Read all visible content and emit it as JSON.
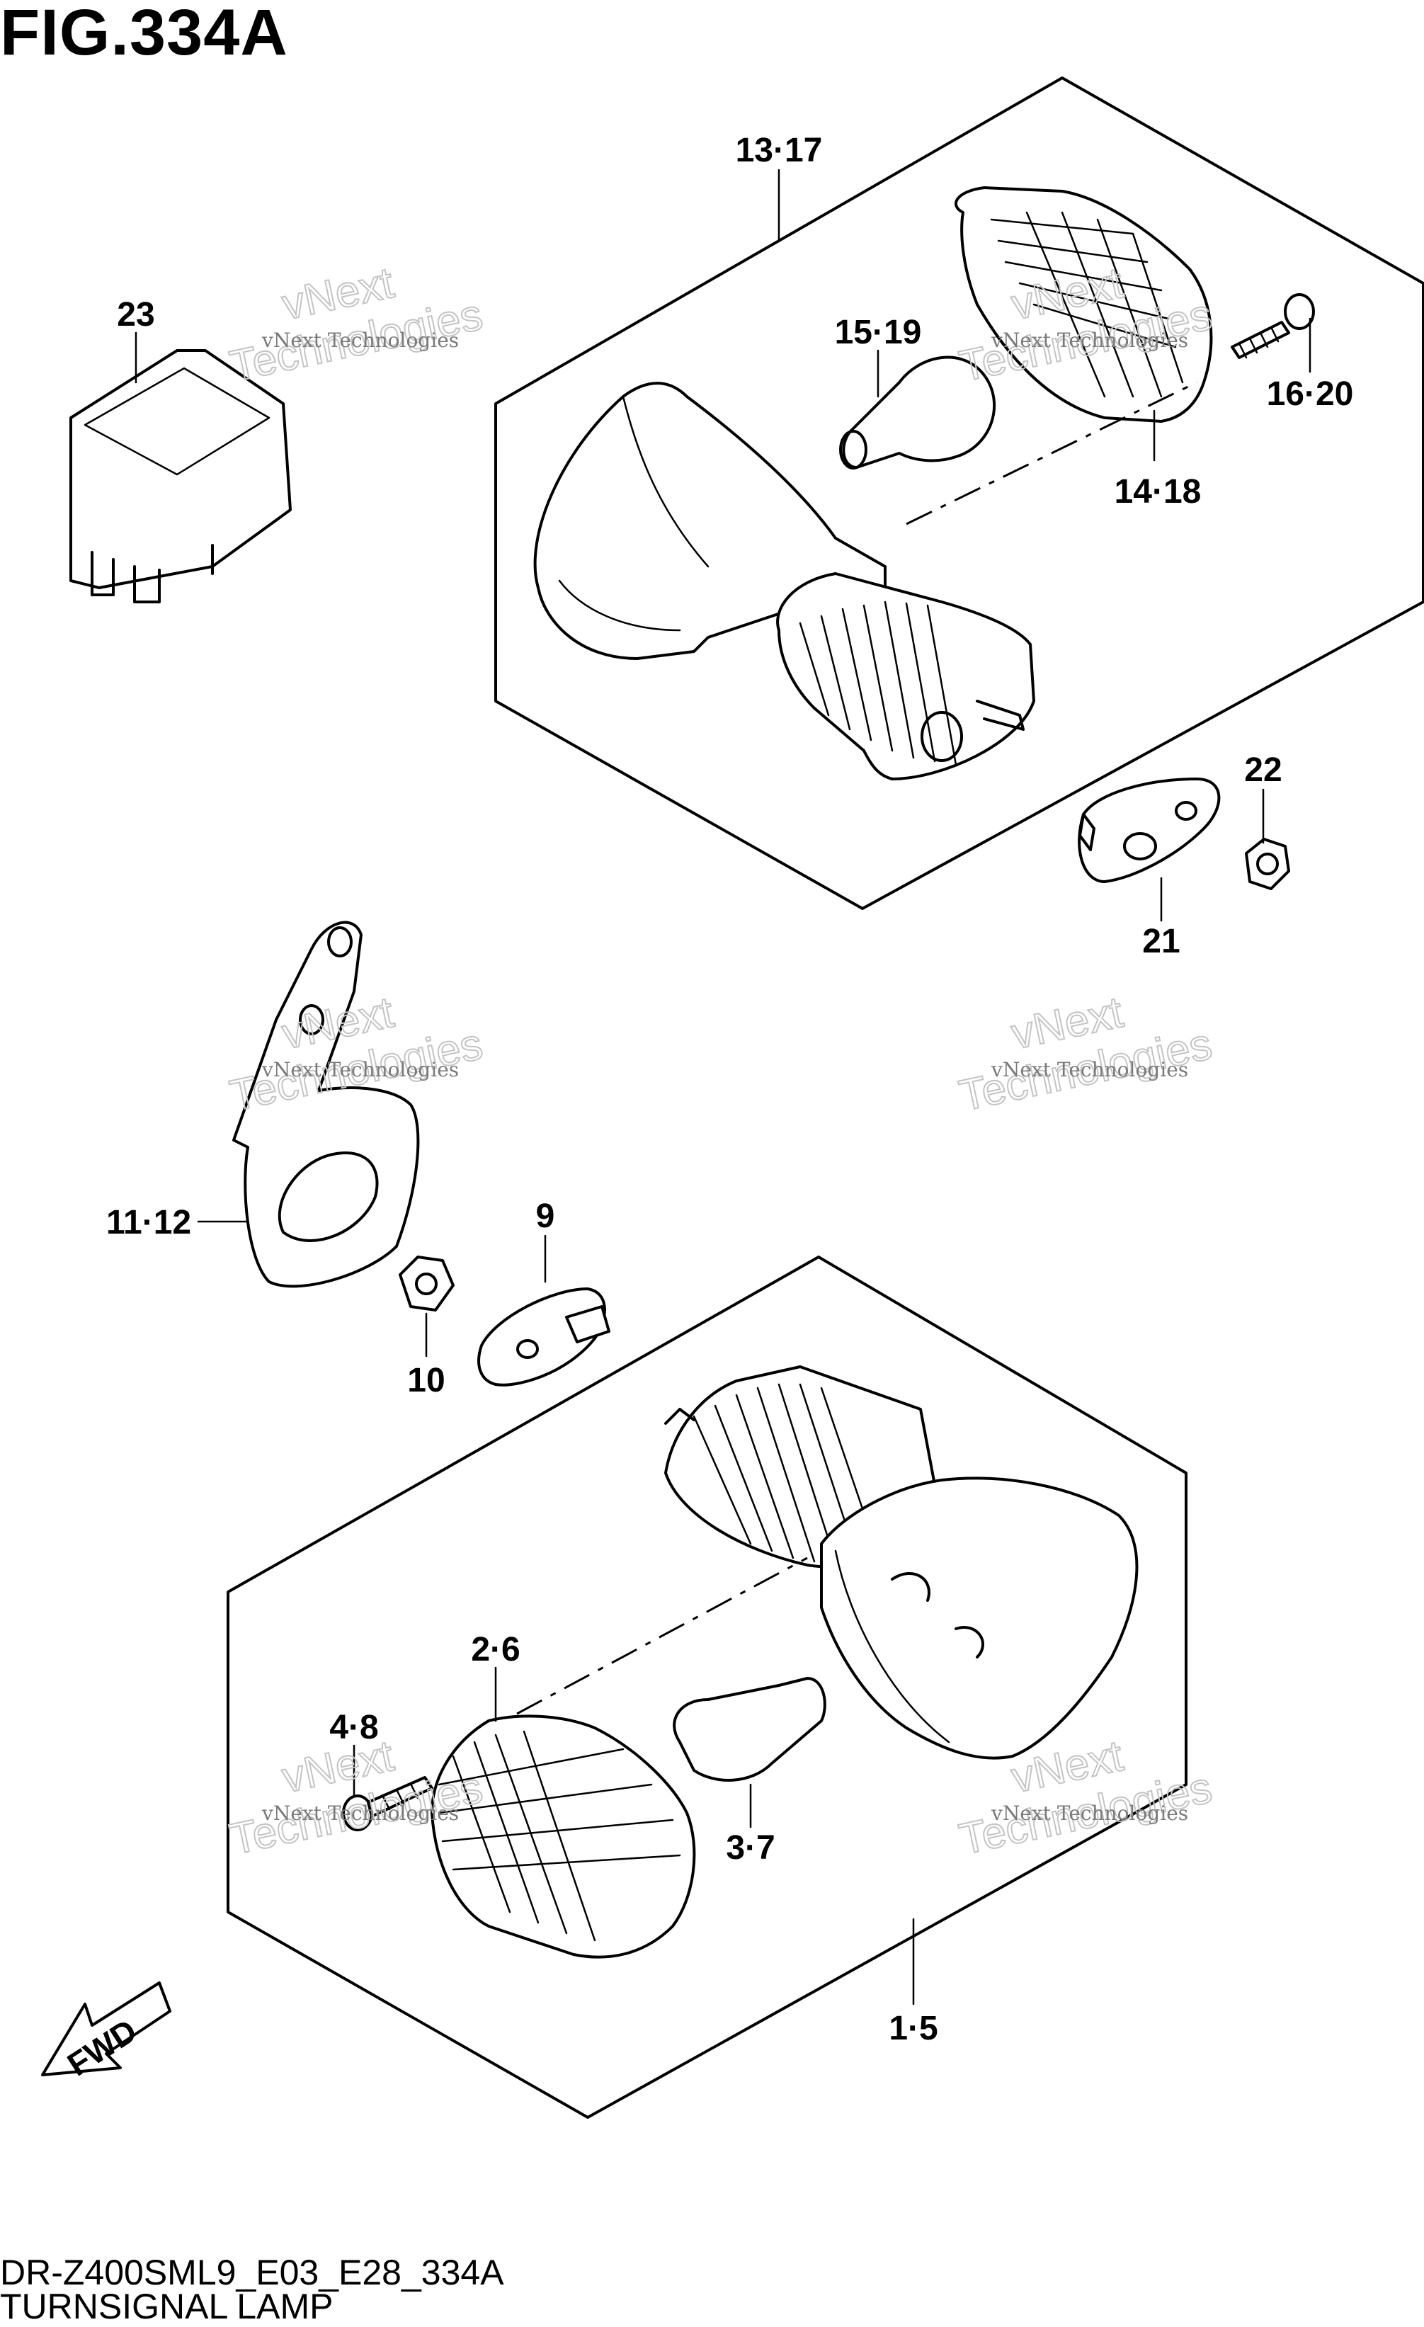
{
  "figure": {
    "title": "FIG.334A",
    "model_code": "DR-Z400SML9_E03_E28_334A",
    "section_name": "TURNSIGNAL LAMP"
  },
  "callouts": [
    "13·17",
    "23",
    "15·19",
    "16·20",
    "14·18",
    "22",
    "21",
    "11·12",
    "9",
    "10",
    "2·6",
    "4·8",
    "3·7",
    "1·5"
  ],
  "direction_label": "FWD",
  "watermark": {
    "small": "vNext Technologies",
    "big_line1": "vNext",
    "big_line2": "Technologies"
  },
  "colors": {
    "ink": "#000000",
    "paper": "#ffffff",
    "watermark": "#c4c4c4"
  }
}
